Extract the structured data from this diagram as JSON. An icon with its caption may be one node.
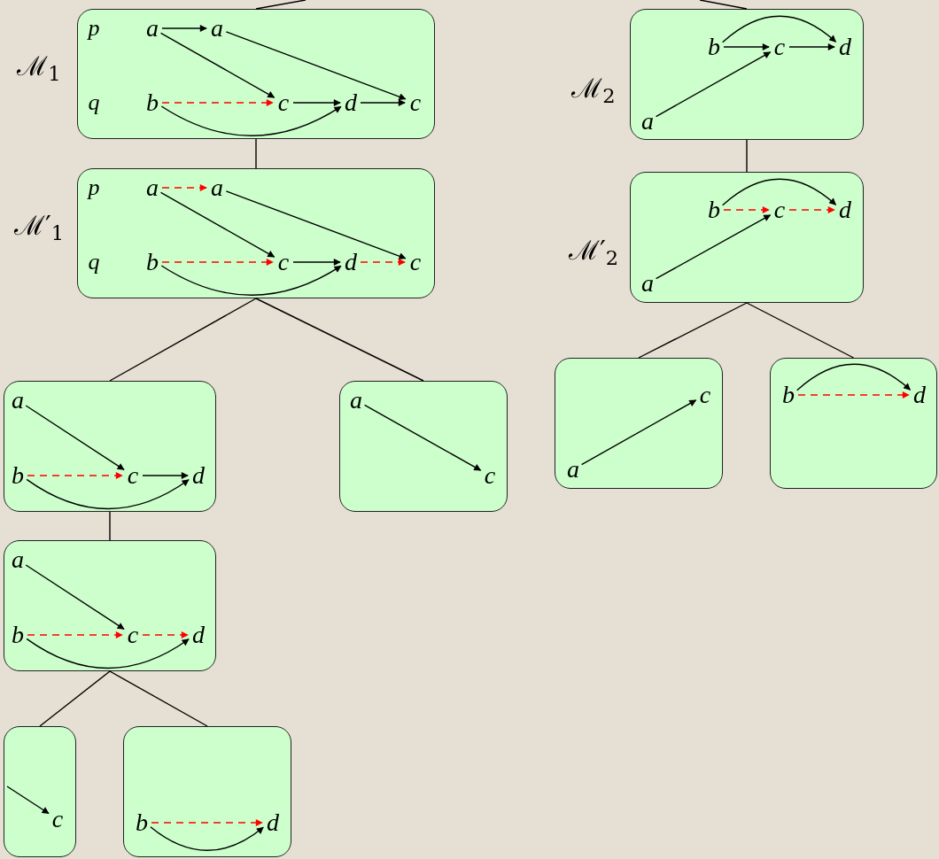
{
  "diagram": {
    "nodes": [
      {
        "text": [],
        "shape": "box",
        "beside": [
          "ℳ$_{1}$"
        ]
      },
      {
        "text": [
          "a"
        ],
        "in": 0
      },
      {
        "text": [
          "a"
        ],
        "in": 0
      },
      {
        "text": [
          "b"
        ],
        "in": 0
      },
      {
        "text": [
          "c"
        ],
        "in": 0
      },
      {
        "text": [
          "d"
        ],
        "in": 0
      },
      {
        "text": [
          "c"
        ],
        "in": 0
      },
      {
        "text": [],
        "shape": "box",
        "beside": [
          "ℳ′$_{1}$"
        ]
      },
      {
        "text": [
          "a"
        ],
        "in": 7
      },
      {
        "text": [
          "a"
        ],
        "in": 7
      },
      {
        "text": [
          "b"
        ],
        "in": 7
      },
      {
        "text": [
          "c"
        ],
        "in": 7
      },
      {
        "text": [
          "d"
        ],
        "in": 7
      },
      {
        "text": [
          "c"
        ],
        "in": 7
      },
      {
        "text": [],
        "shape": "box",
        "beside": [
          "ℳ$_{2}$"
        ]
      },
      {
        "text": [
          "b"
        ],
        "in": 14
      },
      {
        "text": [
          "c"
        ],
        "in": 14
      },
      {
        "text": [
          "d"
        ],
        "in": 14
      },
      {
        "text": [
          "a"
        ],
        "in": 14
      },
      {
        "text": [],
        "shape": "box",
        "beside": [
          "ℳ′$_{2}$"
        ]
      },
      {
        "text": [
          "b"
        ],
        "in": 19
      },
      {
        "text": [
          "c"
        ],
        "in": 19
      },
      {
        "text": [
          "d"
        ],
        "in": 19
      },
      {
        "text": [
          "a"
        ],
        "in": 19
      },
      {
        "text": [],
        "shape": "box"
      },
      {
        "text": [
          "a"
        ],
        "in": 24
      },
      {
        "text": [
          "b"
        ],
        "in": 24
      },
      {
        "text": [
          "c"
        ],
        "in": 24
      },
      {
        "text": [
          "d"
        ],
        "in": 24
      },
      {
        "text": [],
        "shape": "box"
      },
      {
        "text": [
          "a"
        ],
        "in": 29
      },
      {
        "text": [
          "c"
        ],
        "in": 29
      },
      {
        "text": [],
        "shape": "box"
      },
      {
        "text": [
          "a"
        ],
        "in": 32
      },
      {
        "text": [
          "b"
        ],
        "in": 32
      },
      {
        "text": [
          "c"
        ],
        "in": 32
      },
      {
        "text": [
          "d"
        ],
        "in": 32
      },
      {
        "text": [],
        "shape": "box"
      },
      {
        "text": [
          "c"
        ],
        "in": 37
      },
      {
        "text": [],
        "shape": "box"
      },
      {
        "text": [
          "b"
        ],
        "in": 39
      },
      {
        "text": [
          "d"
        ],
        "in": 39
      },
      {
        "text": [],
        "shape": "box"
      },
      {
        "text": [
          "c"
        ],
        "in": 42
      },
      {
        "text": [
          "a"
        ],
        "in": 42
      },
      {
        "text": [],
        "shape": "box"
      },
      {
        "text": [
          "b"
        ],
        "in": 45
      },
      {
        "text": [
          "d"
        ],
        "in": 45
      }
    ],
    "edges": [
      {
        "from": null,
        "to": 0,
        "arrow": "none"
      },
      {
        "from": 1,
        "to": 2,
        "arrow": "to"
      },
      {
        "from": 1,
        "to": 4,
        "arrow": "to"
      },
      {
        "from": 2,
        "to": 6,
        "arrow": "to"
      },
      {
        "from": 3,
        "to": 4,
        "arrow": "to",
        "style": "dashed",
        "color": "#ff0000"
      },
      {
        "from": 4,
        "to": 5,
        "arrow": "to"
      },
      {
        "from": 5,
        "to": 6,
        "arrow": "to"
      },
      {
        "from": 3,
        "to": 5,
        "arrow": "to"
      },
      {
        "from": 0,
        "to": 7,
        "arrow": "none"
      },
      {
        "from": 8,
        "to": 9,
        "arrow": "to",
        "style": "dashed",
        "color": "#ff0000"
      },
      {
        "from": 8,
        "to": 11,
        "arrow": "to"
      },
      {
        "from": 9,
        "to": 13,
        "arrow": "to"
      },
      {
        "from": 10,
        "to": 11,
        "arrow": "to",
        "style": "dashed",
        "color": "#ff0000"
      },
      {
        "from": 11,
        "to": 12,
        "arrow": "to"
      },
      {
        "from": 12,
        "to": 13,
        "arrow": "to",
        "style": "dashed",
        "color": "#ff0000"
      },
      {
        "from": 10,
        "to": 12,
        "arrow": "to"
      },
      {
        "from": 7,
        "to": 24,
        "arrow": "none"
      },
      {
        "from": 7,
        "to": 29,
        "arrow": "none"
      },
      {
        "from": 25,
        "to": 27,
        "arrow": "to"
      },
      {
        "from": 26,
        "to": 27,
        "arrow": "to",
        "style": "dashed",
        "color": "#ff0000"
      },
      {
        "from": 27,
        "to": 28,
        "arrow": "to"
      },
      {
        "from": 26,
        "to": 28,
        "arrow": "to"
      },
      {
        "from": 30,
        "to": 31,
        "arrow": "to"
      },
      {
        "from": 24,
        "to": 32,
        "arrow": "none"
      },
      {
        "from": 33,
        "to": 35,
        "arrow": "to"
      },
      {
        "from": 34,
        "to": 35,
        "arrow": "to",
        "style": "dashed",
        "color": "#ff0000"
      },
      {
        "from": 35,
        "to": 36,
        "arrow": "to",
        "style": "dashed",
        "color": "#ff0000"
      },
      {
        "from": 34,
        "to": 36,
        "arrow": "to"
      },
      {
        "from": 32,
        "to": 37,
        "arrow": "none"
      },
      {
        "from": 32,
        "to": 39,
        "arrow": "none"
      },
      {
        "from": null,
        "to": 38,
        "arrow": "to"
      },
      {
        "from": 40,
        "to": 41,
        "arrow": "to",
        "style": "dashed",
        "color": "#ff0000"
      },
      {
        "from": 40,
        "to": 41,
        "arrow": "to"
      },
      {
        "from": null,
        "to": 14,
        "arrow": "none"
      },
      {
        "from": 15,
        "to": 16,
        "arrow": "to"
      },
      {
        "from": 16,
        "to": 17,
        "arrow": "to"
      },
      {
        "from": 15,
        "to": 17,
        "arrow": "to"
      },
      {
        "from": 18,
        "to": 16,
        "arrow": "to"
      },
      {
        "from": 14,
        "to": 19,
        "arrow": "none"
      },
      {
        "from": 20,
        "to": 21,
        "arrow": "to",
        "style": "dashed",
        "color": "#ff0000"
      },
      {
        "from": 21,
        "to": 22,
        "arrow": "to",
        "style": "dashed",
        "color": "#ff0000"
      },
      {
        "from": 20,
        "to": 22,
        "arrow": "to"
      },
      {
        "from": 23,
        "to": 21,
        "arrow": "to"
      },
      {
        "from": 19,
        "to": 42,
        "arrow": "none"
      },
      {
        "from": 19,
        "to": 45,
        "arrow": "none"
      },
      {
        "from": 44,
        "to": 43,
        "arrow": "to"
      },
      {
        "from": 46,
        "to": 47,
        "arrow": "to",
        "style": "dashed",
        "color": "#ff0000"
      },
      {
        "from": 46,
        "to": 47,
        "arrow": "to"
      }
    ],
    "labels": [
      "p",
      "q",
      "p",
      "q"
    ]
  }
}
